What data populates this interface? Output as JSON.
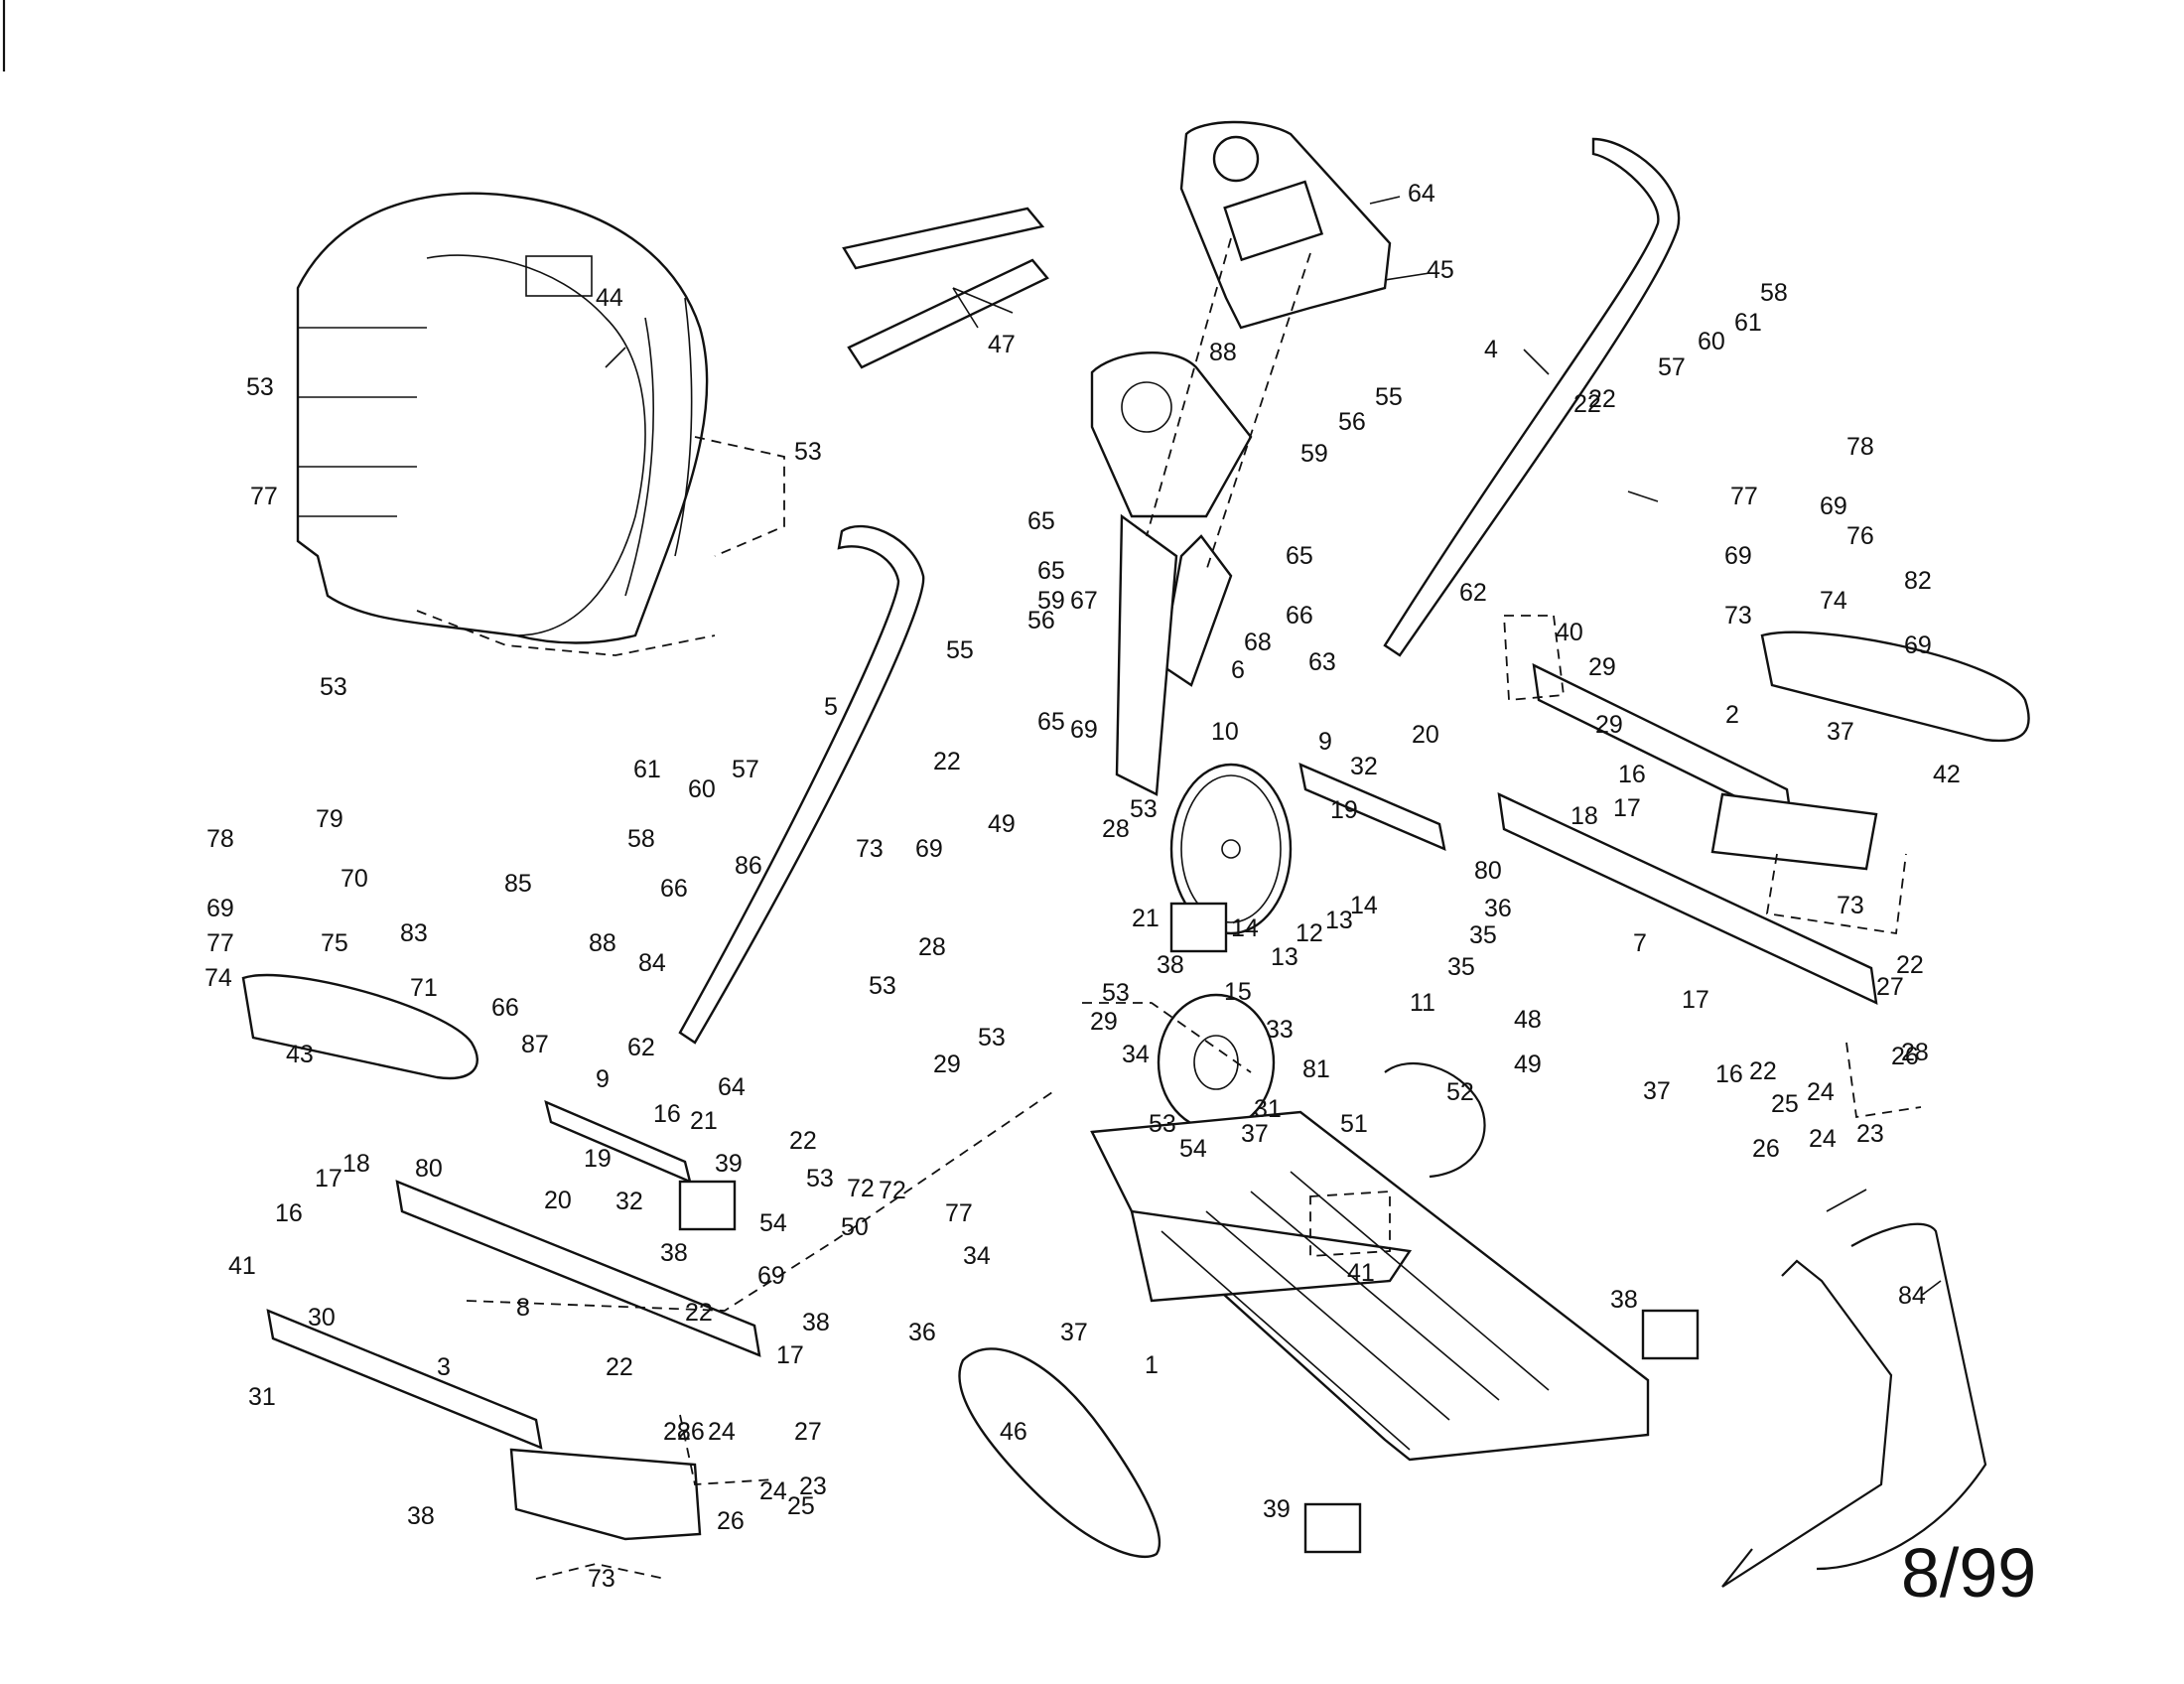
{
  "date_code": "8/99",
  "callouts": [
    "1",
    "2",
    "3",
    "4",
    "5",
    "6",
    "7",
    "8",
    "9",
    "9",
    "10",
    "11",
    "12",
    "13",
    "13",
    "14",
    "14",
    "15",
    "16",
    "16",
    "16",
    "16",
    "17",
    "17",
    "17",
    "17",
    "18",
    "18",
    "19",
    "19",
    "20",
    "20",
    "21",
    "21",
    "22",
    "22",
    "22",
    "22",
    "22",
    "22",
    "22",
    "22",
    "23",
    "23",
    "24",
    "24",
    "24",
    "24",
    "25",
    "25",
    "26",
    "26",
    "26",
    "26",
    "27",
    "27",
    "28",
    "28",
    "28",
    "28",
    "29",
    "29",
    "29",
    "29",
    "30",
    "31",
    "31",
    "32",
    "32",
    "33",
    "34",
    "34",
    "35",
    "35",
    "36",
    "36",
    "37",
    "37",
    "37",
    "37",
    "38",
    "38",
    "38",
    "38",
    "38",
    "39",
    "39",
    "40",
    "41",
    "41",
    "42",
    "43",
    "44",
    "45",
    "46",
    "47",
    "48",
    "49",
    "49",
    "50",
    "51",
    "52",
    "53",
    "53",
    "53",
    "53",
    "53",
    "53",
    "53",
    "53",
    "53",
    "54",
    "54",
    "55",
    "55",
    "56",
    "56",
    "57",
    "57",
    "58",
    "58",
    "59",
    "59",
    "60",
    "60",
    "61",
    "61",
    "62",
    "62",
    "63",
    "64",
    "64",
    "65",
    "65",
    "65",
    "65",
    "66",
    "66",
    "66",
    "67",
    "68",
    "69",
    "69",
    "69",
    "69",
    "69",
    "69",
    "69",
    "70",
    "71",
    "72",
    "72",
    "73",
    "73",
    "73",
    "73",
    "74",
    "74",
    "75",
    "76",
    "77",
    "77",
    "77",
    "77",
    "78",
    "78",
    "79",
    "80",
    "80",
    "81",
    "82",
    "83",
    "84",
    "84",
    "85",
    "86",
    "87",
    "88",
    "88"
  ]
}
